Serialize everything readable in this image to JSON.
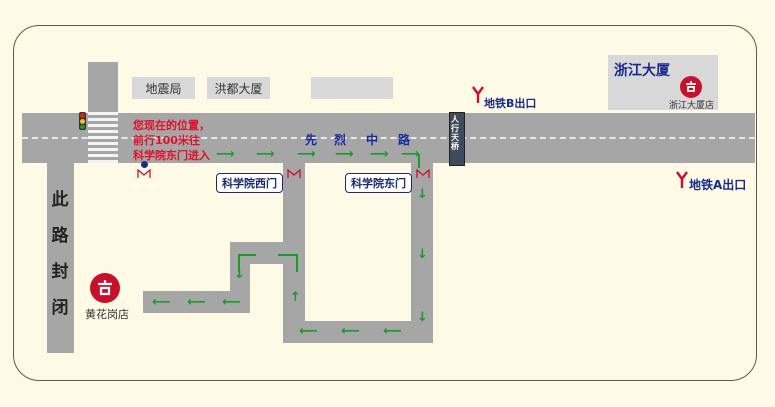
{
  "buildings": {
    "seismo": "地震局",
    "hongdu": "洪都大厦",
    "blank": "",
    "zhejiang": "浙江大厦"
  },
  "closed_road": [
    "此",
    "路",
    "封",
    "闭"
  ],
  "notice": {
    "line1": "您现在的位置，",
    "line2": "前行100米往",
    "line3": "科学院东门进入"
  },
  "street": [
    "先",
    "烈",
    "中",
    "路"
  ],
  "gates": {
    "west": "科学院西门",
    "east": "科学院东门"
  },
  "metro": {
    "b_exit": "地铁B出口",
    "a_exit": "地铁A出口"
  },
  "footbridge": "人行天桥",
  "stores": {
    "zhejiang_store": "浙江大厦店",
    "huanghuagang_store": "黄花岗店"
  },
  "colors": {
    "background": "#fefae6",
    "road": "#a6a6a6",
    "building": "#d8d8d8",
    "arrow": "#1a9a2a",
    "notice": "#e0102a",
    "label": "#1a2a8a"
  },
  "icons": {
    "metro": "metro-y-icon",
    "store_logo": "red-circle-logo-icon",
    "traffic_light": "traffic-light-icon",
    "gate": "gate-marker-icon",
    "location": "location-dot-icon"
  }
}
